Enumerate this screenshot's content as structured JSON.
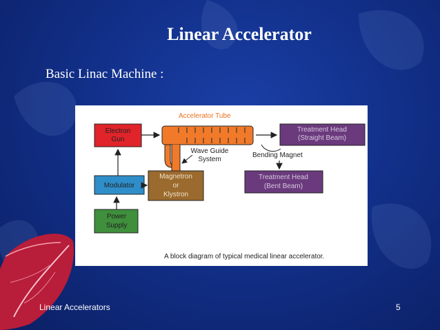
{
  "slide": {
    "title": "Linear Accelerator",
    "subtitle": "Basic Linac Machine :",
    "footer_left": "Linear Accelerators",
    "page_number": "5"
  },
  "diagram": {
    "accelerator_tube_label": "Accelerator Tube",
    "electron_gun": [
      "Electron",
      "Gun"
    ],
    "modulator": "Modulator",
    "power_supply": [
      "Power",
      "Supply"
    ],
    "magnetron": [
      "Magnetron",
      "or",
      "Klystron"
    ],
    "wave_guide": [
      "Wave Guide",
      "System"
    ],
    "bending_magnet": "Bending Magnet",
    "treatment_head_straight": [
      "Treatment Head",
      "(Straight Beam)"
    ],
    "treatment_head_bent": [
      "Treatment Head",
      "(Bent Beam)"
    ],
    "caption": "A block diagram of typical medical linear accelerator."
  },
  "colors": {
    "background": "#12308a",
    "red_box": "#e0242a",
    "blue_box": "#2f8ec9",
    "green_box": "#3f8f3c",
    "brown_box": "#9a6a2e",
    "purple_box": "#6a3a7d",
    "tube": "#f07a2a",
    "tube_label": "#e8701e"
  }
}
